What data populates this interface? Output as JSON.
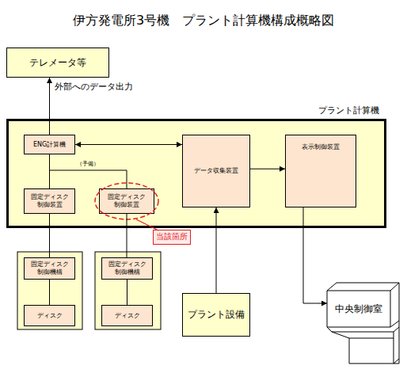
{
  "diagram": {
    "title": "伊方発電所3号機　プラント計算機構成概略図",
    "nodes": [
      {
        "text": [
          "テレメータ等"
        ]
      },
      {
        "text": [
          "プラント計算機"
        ]
      },
      {
        "text": [
          "ENG計算機"
        ],
        "in": 1
      },
      {
        "text": [
          "データ収集装置"
        ],
        "in": 1
      },
      {
        "text": [
          "表示制御装置"
        ],
        "in": 1
      },
      {
        "text": [
          "固定ディスク 制御装置"
        ],
        "in": 1
      },
      {
        "text": [
          "固定ディスク 制御装置"
        ],
        "in": 1
      },
      {
        "text": [
          "当該箇所"
        ]
      },
      {
        "text": [
          "固定ディスク 制御機構"
        ]
      },
      {
        "text": [
          "ディスク"
        ]
      },
      {
        "text": [
          "固定ディスク 制御機構"
        ]
      },
      {
        "text": [
          "ディスク"
        ]
      },
      {
        "text": [
          "プラント設備"
        ]
      },
      {
        "text": [
          "中央制御室"
        ]
      }
    ],
    "edges": [
      {
        "from": 2,
        "to": 0,
        "arrow": "to",
        "label": "外部へのデータ出力"
      },
      {
        "from": 2,
        "to": 3,
        "arrow": "both"
      },
      {
        "from": 3,
        "to": 4,
        "arrow": "to"
      },
      {
        "from": 12,
        "to": 3,
        "arrow": "to"
      },
      {
        "from": 4,
        "to": 13,
        "arrow": "to"
      },
      {
        "from": 2,
        "to": 5,
        "arrow": "none"
      },
      {
        "from": 2,
        "to": 6,
        "arrow": "none",
        "label": "（予備）"
      },
      {
        "from": 5,
        "to": 8,
        "arrow": "none"
      },
      {
        "from": 6,
        "to": 10,
        "arrow": "none"
      },
      {
        "from": 8,
        "to": 9,
        "arrow": "none"
      },
      {
        "from": 10,
        "to": 11,
        "arrow": "none"
      }
    ]
  }
}
